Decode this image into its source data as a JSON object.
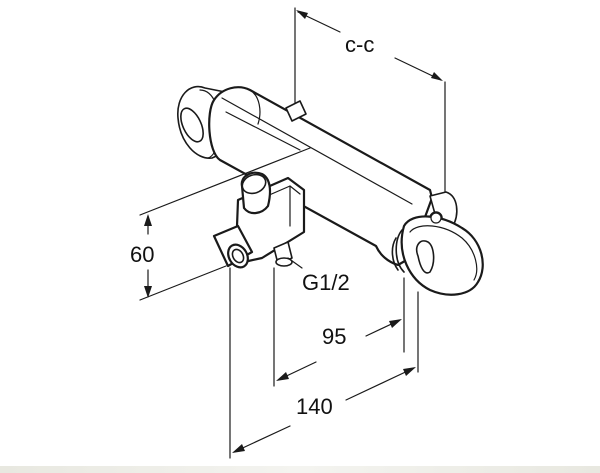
{
  "dimensions": {
    "center_to_center": "c-c",
    "height": "60",
    "thread": "G1/2",
    "spout_offset": "95",
    "overall_depth": "140"
  },
  "colors": {
    "line": "#1a1a1a",
    "background": "#ffffff",
    "bottom_strip": "#e8e8e0"
  }
}
